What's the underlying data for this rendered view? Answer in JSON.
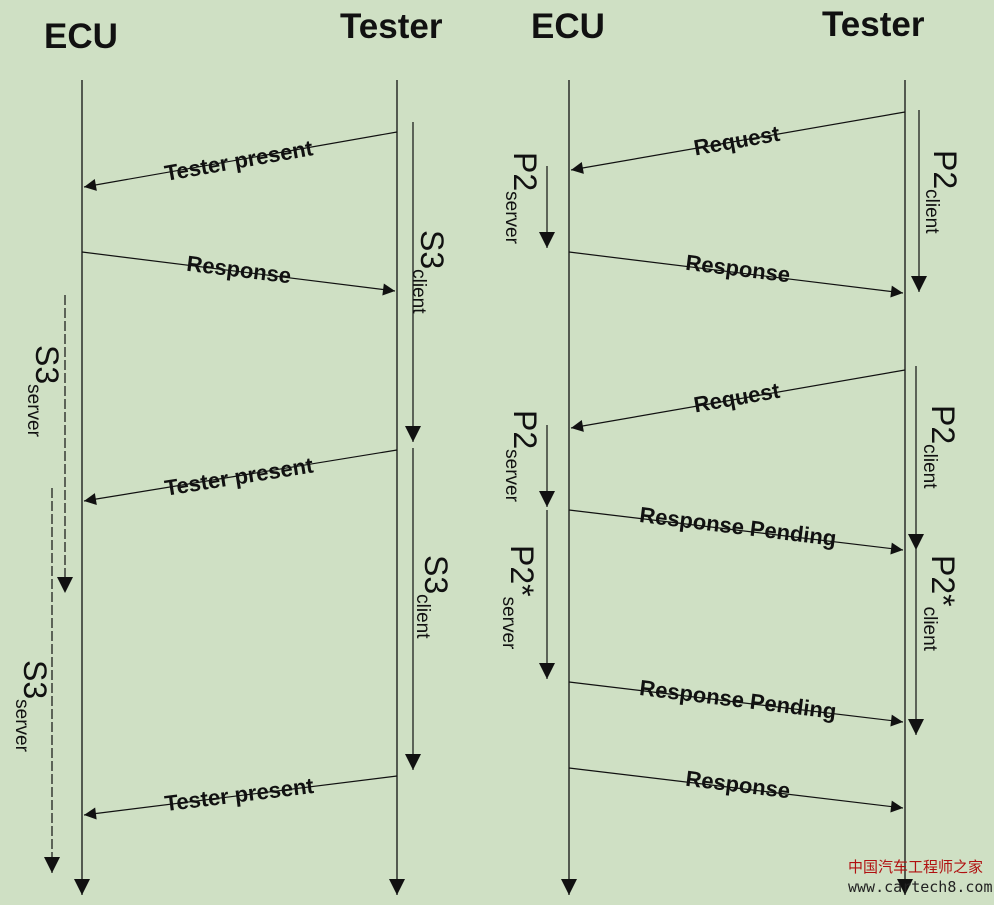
{
  "left": {
    "ecu_label": "ECU",
    "tester_label": "Tester",
    "messages": [
      "Tester present",
      "Response",
      "Tester present",
      "Tester present"
    ],
    "timers": {
      "s3client_1": {
        "main": "S3",
        "sub": "client"
      },
      "s3client_2": {
        "main": "S3",
        "sub": "client"
      },
      "s3server_1": {
        "main": "S3",
        "sub": "server"
      },
      "s3server_2": {
        "main": "S3",
        "sub": "server"
      }
    }
  },
  "right": {
    "ecu_label": "ECU",
    "tester_label": "Tester",
    "messages": [
      "Request",
      "Response",
      "Request",
      "Response Pending",
      "Response Pending",
      "Response"
    ],
    "timers": {
      "p2server_1": {
        "main": "P2",
        "sub": "server"
      },
      "p2server_2": {
        "main": "P2",
        "sub": "server"
      },
      "p2star_server": {
        "main": "P2*",
        "sub": "server"
      },
      "p2client_1": {
        "main": "P2",
        "sub": "client"
      },
      "p2client_2": {
        "main": "P2",
        "sub": "client"
      },
      "p2star_client": {
        "main": "P2*",
        "sub": "client"
      }
    }
  },
  "watermark": {
    "site_name": "中国汽车工程师之家",
    "url": "www.cartech8.com"
  },
  "colors": {
    "background": "#cfe0c4",
    "line": "#111111"
  }
}
